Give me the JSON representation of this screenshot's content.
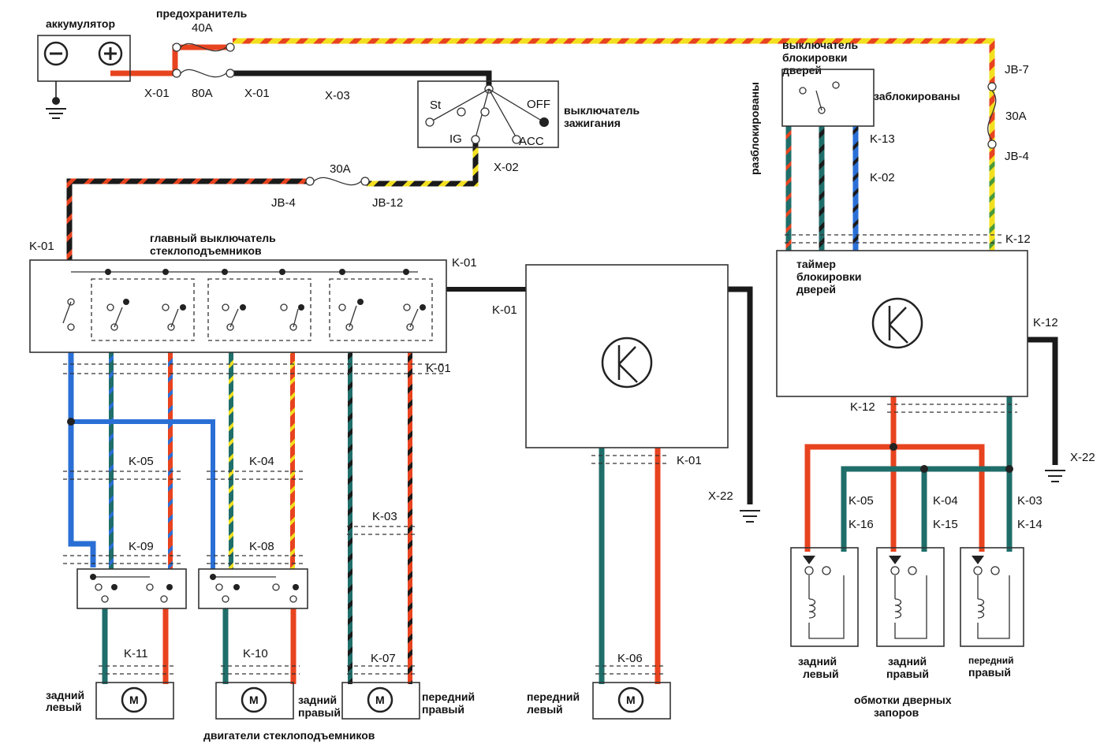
{
  "colors": {
    "background": "#ffffff",
    "black": "#1a1a1a",
    "red": "#e8431f",
    "yellow": "#f2e020",
    "blue": "#2a6fd6",
    "teal": "#1f6e6a",
    "green": "#4a9a3a"
  },
  "components": {
    "battery": {
      "label": "аккумулятор",
      "minus": "⊖",
      "plus": "⊕"
    },
    "fuse_main": {
      "label": "предохранитель",
      "rating_top": "40A",
      "rating_bottom": "80A"
    },
    "fuse_30a_left": {
      "rating": "30A"
    },
    "fuse_30a_right": {
      "rating": "30A"
    },
    "ignition_switch": {
      "label_line1": "выключатель",
      "label_line2": "зажигания",
      "pos_st": "St",
      "pos_ig": "IG",
      "pos_acc": "ACC",
      "pos_off": "OFF"
    },
    "door_lock_switch": {
      "label_line1": "выключатель",
      "label_line2": "блокировки",
      "label_line3": "дверей",
      "unlocked": "разблокированы",
      "locked": "заблокированы"
    },
    "main_window_switch": {
      "label_line1": "главный выключатель",
      "label_line2": "стеклоподъемников"
    },
    "lock_timer": {
      "label_line1": "таймер",
      "label_line2": "блокировки",
      "label_line3": "дверей"
    },
    "motors_caption": "двигатели стеклоподъемников",
    "motor_symbol": "M",
    "motors": [
      {
        "line1": "задний",
        "line2": "левый"
      },
      {
        "line1": "задний",
        "line2": "правый"
      },
      {
        "line1": "передний",
        "line2": "правый"
      },
      {
        "line1": "передний",
        "line2": "левый"
      }
    ],
    "lock_coils": [
      {
        "line1": "задний",
        "line2": "левый"
      },
      {
        "line1": "задний",
        "line2": "правый"
      },
      {
        "line1": "передний",
        "line2": "правый"
      }
    ],
    "coils_caption_line1": "обмотки дверных",
    "coils_caption_line2": "запоров"
  },
  "connectors": {
    "x01a": "X-01",
    "x01b": "X-01",
    "x03": "X-03",
    "x02": "X-02",
    "jb4_left": "JB-4",
    "jb12": "JB-12",
    "jb7": "JB-7",
    "jb4_right": "JB-4",
    "k01_left": "K-01",
    "k01_box": "K-01",
    "k01_mid": "K-01",
    "k01_bus": "K-01",
    "k01_relay": "K-01",
    "k05": "K-05",
    "k04": "K-04",
    "k03": "K-03",
    "k09": "K-09",
    "k08": "K-08",
    "k11": "K-11",
    "k10": "K-10",
    "k07": "K-07",
    "k06": "K-06",
    "x22_mid": "X-22",
    "x22_right": "X-22",
    "k13": "K-13",
    "k02": "K-02",
    "k12_top": "K-12",
    "k12_right": "K-12",
    "k12_bottom": "K-12",
    "k05_r": "K-05",
    "k04_r": "K-04",
    "k03_r": "K-03",
    "k16": "K-16",
    "k15": "K-15",
    "k14": "K-14"
  }
}
